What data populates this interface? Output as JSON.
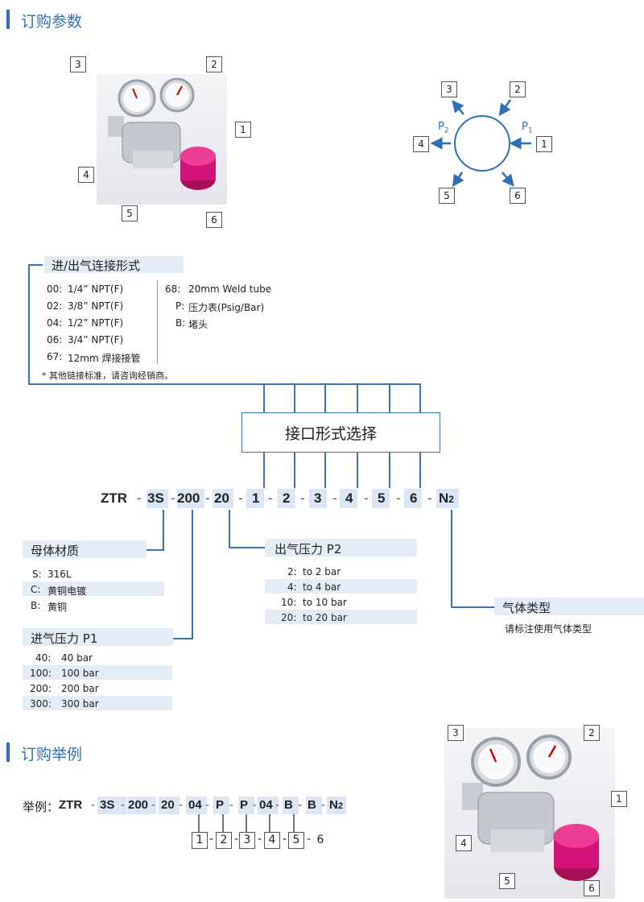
{
  "sections": {
    "params": "订购参数",
    "example": "订购举例"
  },
  "photo_labels": [
    "3",
    "2",
    "1",
    "4",
    "5",
    "6"
  ],
  "diagram": {
    "p2": "P",
    "p2_sub": "2",
    "p1": "P",
    "p1_sub": "1",
    "labels": [
      "3",
      "2",
      "4",
      "1",
      "5",
      "6"
    ]
  },
  "connection": {
    "title": "进/出气连接形式",
    "left_codes": [
      "00:",
      "02:",
      "04:",
      "06:",
      "67:"
    ],
    "left_values": [
      "1/4” NPT(F)",
      "3/8” NPT(F)",
      "1/2” NPT(F)",
      "3/4” NPT(F)",
      "12mm 焊接接管"
    ],
    "right_codes": [
      "68:",
      "P:",
      "B:"
    ],
    "right_values": [
      "20mm Weld tube",
      "压力表(Psig/Bar)",
      "堵头"
    ],
    "note": "* 其他链接标准，请咨询经销商。"
  },
  "interface_box": "接口形式选择",
  "code": {
    "parts": [
      "ZTR",
      "3S",
      "200",
      "20",
      "1",
      "2",
      "3",
      "4",
      "5",
      "6",
      "N"
    ],
    "dash": "-",
    "n_sub": "2"
  },
  "body_material": {
    "title": "母体材质",
    "codes": [
      "S:",
      "C:",
      "B:"
    ],
    "values": [
      "316L",
      "黄铜电镀",
      "黄铜"
    ]
  },
  "inlet_pressure": {
    "title": "进气压力 P1",
    "codes": [
      "40:",
      "100:",
      "200:",
      "300:"
    ],
    "values": [
      "40 bar",
      "100 bar",
      "200 bar",
      "300 bar"
    ]
  },
  "outlet_pressure": {
    "title": "出气压力 P2",
    "codes": [
      "2:",
      "4:",
      "10:",
      "20:"
    ],
    "values": [
      "to 2 bar",
      "to 4 bar",
      "to 10 bar",
      "to 20 bar"
    ]
  },
  "gas_type": {
    "title": "气体类型",
    "note": "请标注使用气体类型"
  },
  "example": {
    "prefix": "举例：",
    "parts": [
      "ZTR",
      "3S",
      "200",
      "20",
      "04",
      "P",
      "P",
      "04",
      "B",
      "B",
      "N"
    ],
    "dash": "-",
    "n_sub": "2",
    "numbers": [
      "1",
      "2",
      "3",
      "4",
      "5",
      "6"
    ]
  }
}
